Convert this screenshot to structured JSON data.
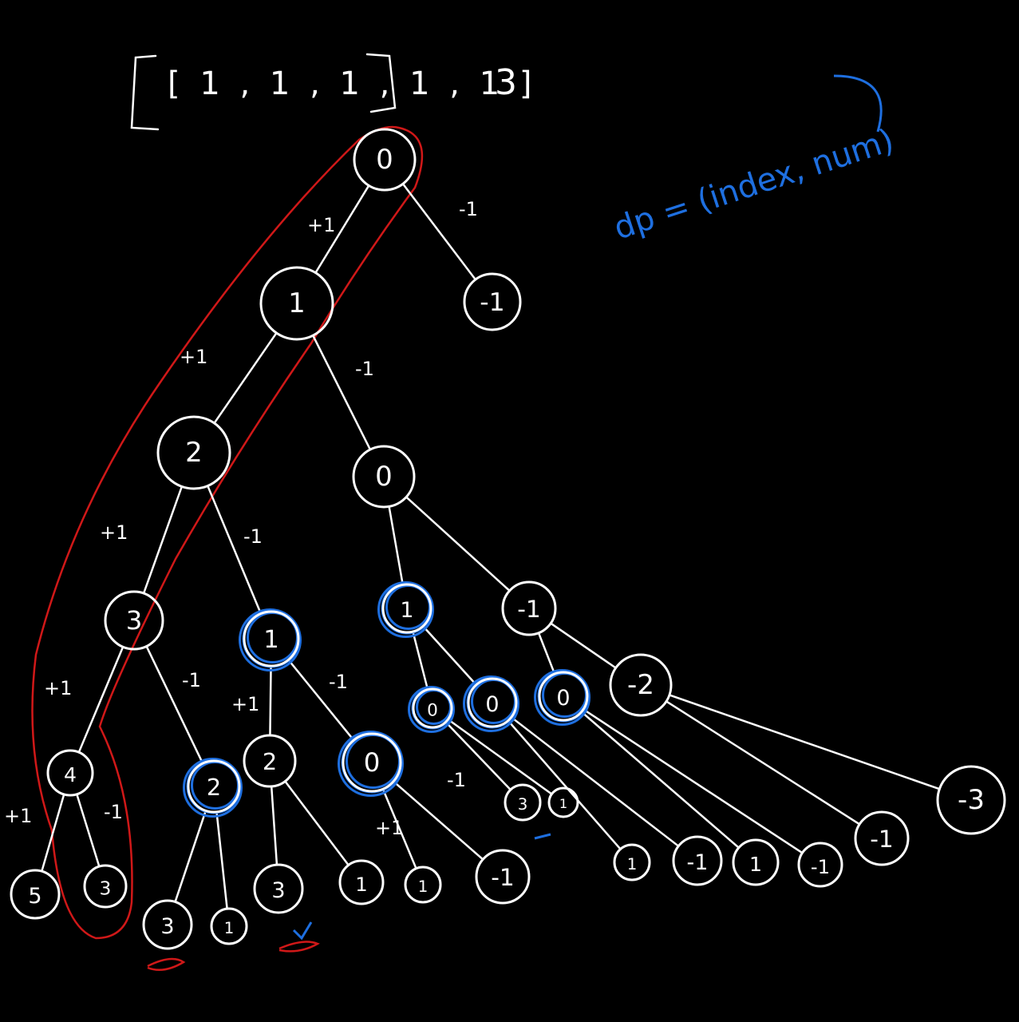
{
  "header": {
    "array_text": "[ 1 , 1 , 1 , 1 , 1 ]",
    "target_text": "3",
    "dp_note": "dp = (index, num)"
  },
  "colors": {
    "background": "#000000",
    "ink": "#ffffff",
    "blue_marker": "#1e6fe0",
    "red_marker": "#d01818"
  },
  "nodes": [
    {
      "id": "n0",
      "label": "0"
    },
    {
      "id": "n1",
      "label": "1"
    },
    {
      "id": "n2",
      "label": "-1"
    },
    {
      "id": "n3",
      "label": "2"
    },
    {
      "id": "n4",
      "label": "0"
    },
    {
      "id": "n5",
      "label": "3"
    },
    {
      "id": "n6",
      "label": "1",
      "blue": true
    },
    {
      "id": "n7",
      "label": "1",
      "blue": true
    },
    {
      "id": "n8",
      "label": "-1"
    },
    {
      "id": "n9",
      "label": "4"
    },
    {
      "id": "n10",
      "label": "2",
      "blue": true
    },
    {
      "id": "n11",
      "label": "2"
    },
    {
      "id": "n12",
      "label": "0",
      "blue": true
    },
    {
      "id": "n13",
      "label": "0",
      "blue": true
    },
    {
      "id": "n14",
      "label": "0",
      "blue": true
    },
    {
      "id": "n15",
      "label": "0",
      "blue": true
    },
    {
      "id": "n16",
      "label": "-2"
    },
    {
      "id": "n17",
      "label": "5"
    },
    {
      "id": "n18",
      "label": "3"
    },
    {
      "id": "n19",
      "label": "3"
    },
    {
      "id": "n20",
      "label": "1"
    },
    {
      "id": "n21",
      "label": "3"
    },
    {
      "id": "n22",
      "label": "1"
    },
    {
      "id": "n23",
      "label": "1"
    },
    {
      "id": "n24",
      "label": "-1"
    },
    {
      "id": "n25",
      "label": "3"
    },
    {
      "id": "n26",
      "label": "1"
    },
    {
      "id": "n27",
      "label": "1"
    },
    {
      "id": "n28",
      "label": "-1"
    },
    {
      "id": "n29",
      "label": "1"
    },
    {
      "id": "n30",
      "label": "-1"
    },
    {
      "id": "n31",
      "label": "-1"
    },
    {
      "id": "n32",
      "label": "-3"
    }
  ],
  "edge_labels": [
    "+1",
    "-1",
    "+1",
    "-1",
    "+1",
    "-1",
    "+1",
    "-1",
    "+1",
    "-1",
    "+1",
    "-1",
    "-1",
    "+1"
  ]
}
